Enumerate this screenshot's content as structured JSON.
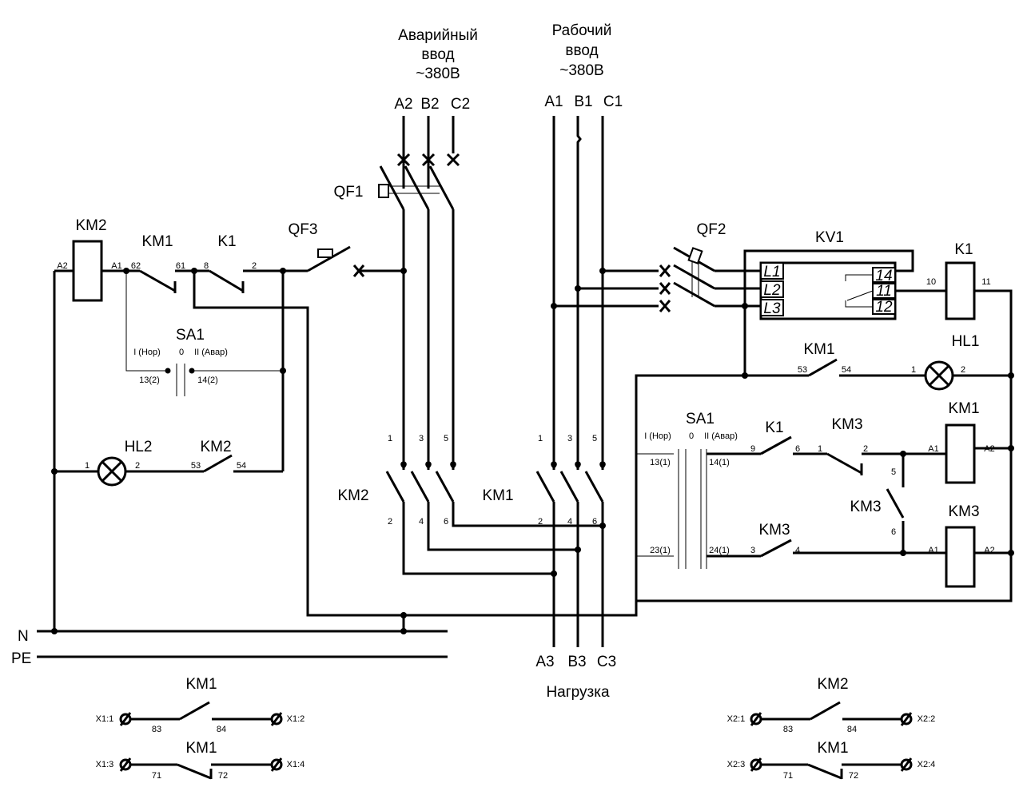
{
  "inputs": {
    "emergency": {
      "line1": "Аварийный",
      "line2": "ввод",
      "line3": "~380В",
      "phases": [
        "A2",
        "B2",
        "C2"
      ]
    },
    "working": {
      "line1": "Рабочий",
      "line2": "ввод",
      "line3": "~380В",
      "phases": [
        "A1",
        "B1",
        "C1"
      ]
    }
  },
  "load": {
    "label": "Нагрузка",
    "phases": [
      "A3",
      "B3",
      "C3"
    ]
  },
  "buses": {
    "n": "N",
    "pe": "PE"
  },
  "breakers": {
    "qf1": "QF1",
    "qf2": "QF2",
    "qf3": "QF3"
  },
  "left_circuit": {
    "km2_coil": "KM2",
    "km2_a2": "A2",
    "km2_a1": "A1",
    "km1_contact": "KM1",
    "km1_62": "62",
    "km1_61": "61",
    "k1_contact": "K1",
    "k1_8": "8",
    "k1_2": "2",
    "sa1": "SA1",
    "sa1_i": "I (Нор)",
    "sa1_0": "0",
    "sa1_ii": "II (Авар)",
    "sa1_13": "13(2)",
    "sa1_14": "14(2)",
    "hl2": "HL2",
    "hl2_1": "1",
    "hl2_2": "2",
    "km2_aux": "KM2",
    "km2_53": "53",
    "km2_54": "54"
  },
  "power_contactors": {
    "km2": "KM2",
    "km1": "KM1",
    "km2_top": [
      "1",
      "3",
      "5"
    ],
    "km2_bot": [
      "2",
      "4",
      "6"
    ],
    "km1_top": [
      "1",
      "3",
      "5"
    ],
    "km1_bot": [
      "2",
      "4",
      "6"
    ]
  },
  "kv1": {
    "label": "KV1",
    "inputs": [
      "L1",
      "L2",
      "L3"
    ],
    "outputs": [
      "14",
      "11",
      "12"
    ]
  },
  "right_circuit": {
    "k1_coil": "K1",
    "k1_10": "10",
    "k1_11": "11",
    "km1_aux": "KM1",
    "km1_53": "53",
    "km1_54": "54",
    "hl1": "HL1",
    "hl1_1": "1",
    "hl1_2": "2",
    "sa1": "SA1",
    "sa1_i": "I (Нор)",
    "sa1_0": "0",
    "sa1_ii": "II (Авар)",
    "sa1_13": "13(1)",
    "sa1_14": "14(1)",
    "sa1_23": "23(1)",
    "sa1_24": "24(1)",
    "k1_contact": "K1",
    "k1_9": "9",
    "k1_6": "6",
    "km3_contact": "KM3",
    "km3_1": "1",
    "km3_2": "2",
    "km3_nc": "KM3",
    "km3_5": "5",
    "km3_6": "6",
    "km3_aux": "KM3",
    "km3_3": "3",
    "km3_4": "4",
    "km1_coil": "KM1",
    "km1_a1": "A1",
    "km1_a2": "A2",
    "km3_coil": "KM3",
    "km3_a1": "A1",
    "km3_a2": "A2"
  },
  "terminals": {
    "left": {
      "km1_no": "KM1",
      "no_a": "83",
      "no_b": "84",
      "x1_1": "X1:1",
      "x1_2": "X1:2",
      "km1_nc": "KM1",
      "nc_a": "71",
      "nc_b": "72",
      "x1_3": "X1:3",
      "x1_4": "X1:4"
    },
    "right": {
      "km2_no": "KM2",
      "no_a": "83",
      "no_b": "84",
      "x2_1": "X2:1",
      "x2_2": "X2:2",
      "km1_nc": "KM1",
      "nc_a": "71",
      "nc_b": "72",
      "x2_3": "X2:3",
      "x2_4": "X2:4"
    }
  }
}
